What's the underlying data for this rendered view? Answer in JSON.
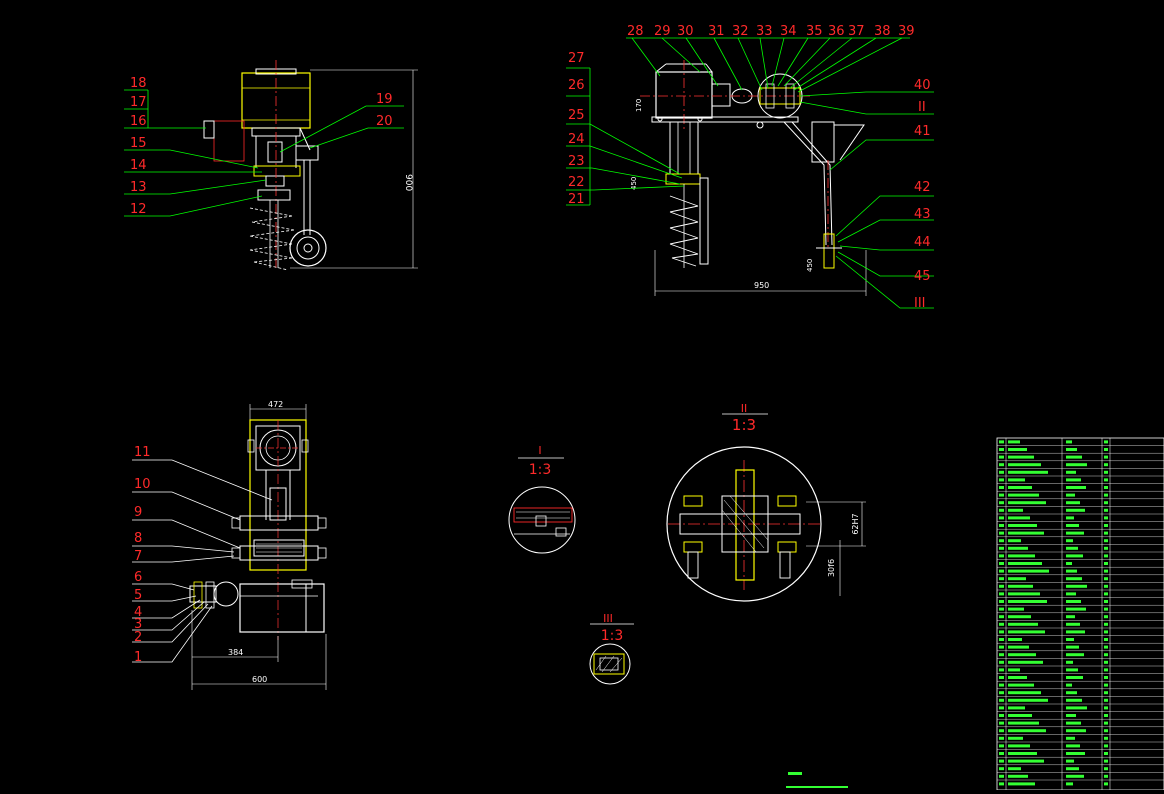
{
  "colors": {
    "background": "#000000",
    "callout": "#ff2a2a",
    "leader": "#00ff00",
    "outline": "#ffffff",
    "part": "#ffff00",
    "centerline": "#ff3333",
    "dimension": "#ffffff",
    "table_text": "#33ff33"
  },
  "views": {
    "side": {
      "callouts": [
        "18",
        "17",
        "16",
        "15",
        "14",
        "13",
        "12",
        "19",
        "20"
      ],
      "dim_height": "900"
    },
    "front": {
      "callouts_left": [
        "27",
        "26",
        "25",
        "24",
        "23",
        "22",
        "21"
      ],
      "callouts_top": [
        "28",
        "29",
        "30",
        "31",
        "32",
        "33",
        "34",
        "35",
        "36",
        "37",
        "38",
        "39"
      ],
      "callouts_right": [
        "40",
        "II",
        "41",
        "42",
        "43",
        "44",
        "45",
        "III"
      ],
      "dim_width": "950",
      "dim_small": "170",
      "dim_auger": "450",
      "dim_wheel": "450"
    },
    "top": {
      "callouts": [
        "11",
        "10",
        "9",
        "8",
        "7",
        "6",
        "5",
        "4",
        "3",
        "2",
        "1"
      ],
      "dim_top": "472",
      "dim_inner": "384",
      "dim_outer": "600"
    }
  },
  "details": {
    "d1": {
      "label": "I",
      "scale": "1:3"
    },
    "d2": {
      "label": "II",
      "scale": "1:3",
      "dim_a": "62H7",
      "dim_b": "30f6"
    },
    "d3": {
      "label": "III",
      "scale": "1:3"
    }
  }
}
